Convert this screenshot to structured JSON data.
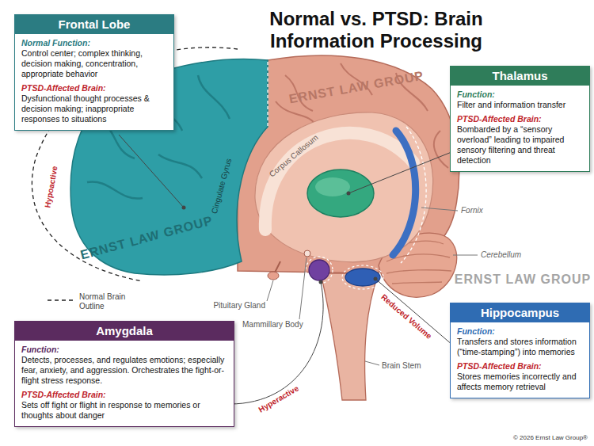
{
  "diagram": {
    "title": "Normal vs. PTSD: Brain Information Processing",
    "nodes": [
      {
        "text": [
          "Frontal Lobe",
          "Normal Function:",
          "Control center; complex thinking, decision making, concentration, appropriate behavior",
          "PTSD-Affected Brain:",
          "Dysfunctional thought processes & decision making; inappropriate responses to situations"
        ]
      },
      {
        "text": [
          "Thalamus",
          "Function:",
          "Filter and information transfer",
          "PTSD-Affected Brain:",
          "Bombarded by a “sensory overload” leading to impaired sensory filtering and threat detection"
        ]
      },
      {
        "text": [
          "Amygdala",
          "Function:",
          "Detects, processes, and regulates emotions; especially fear, anxiety, and aggression. Orchestrates the fight-or-flight stress response.",
          "PTSD-Affected Brain:",
          "Sets off fight or flight in response to memories or thoughts about danger"
        ]
      },
      {
        "text": [
          "Hippocampus",
          "Function:",
          "Transfers and stores information (“time-stamping”) into memories",
          "PTSD-Affected Brain:",
          "Stores memories incorrectly and affects memory retrieval"
        ]
      }
    ],
    "labels": [
      "Hypoactive",
      "Cingulate Gyrus",
      "Corpus Callosum",
      "Fornix",
      "Cerebellum",
      "Pituitary Gland",
      "Mammillary Body",
      "Brain Stem",
      "Reduced Volume",
      "Hyperactive",
      "ERNST LAW GROUP",
      "ERNST LAW GROUP",
      "ERNST LAW GROUP",
      "© 2026 Ernst Law Group®"
    ],
    "legend": [
      {
        "text": "Normal Brain Outline"
      }
    ]
  }
}
